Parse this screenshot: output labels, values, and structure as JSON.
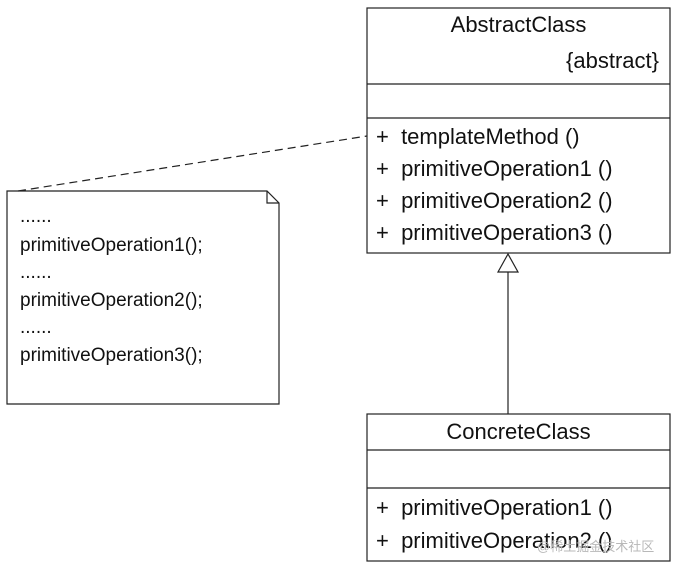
{
  "abstract_class": {
    "name": "AbstractClass",
    "stereotype": "{abstract}",
    "operations": [
      "+  templateMethod ()",
      "+  primitiveOperation1 ()",
      "+  primitiveOperation2 ()",
      "+  primitiveOperation3 ()"
    ]
  },
  "concrete_class": {
    "name": "ConcreteClass",
    "operations": [
      "+  primitiveOperation1 ()",
      "+  primitiveOperation2 ()"
    ]
  },
  "note": {
    "lines": [
      "......",
      "primitiveOperation1();",
      "......",
      "primitiveOperation2();",
      "......",
      "primitiveOperation3();"
    ]
  },
  "watermark": "@稀土掘金技术社区"
}
